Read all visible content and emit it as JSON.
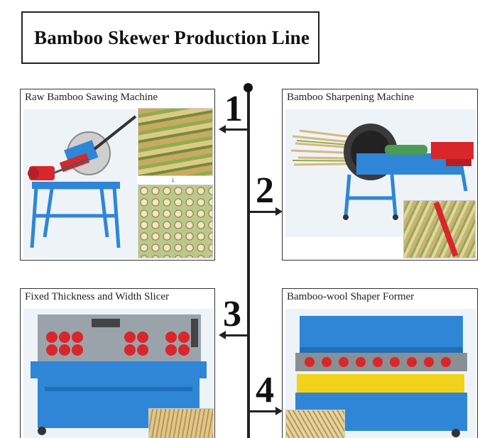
{
  "title": "Bamboo Skewer Production Line",
  "steps": [
    {
      "number": "1",
      "label": "Raw Bamboo Sawing Machine"
    },
    {
      "number": "2",
      "label": "Bamboo Sharpening Machine"
    },
    {
      "number": "3",
      "label": "Fixed Thickness and Width Slicer"
    },
    {
      "number": "4",
      "label": "Bamboo-wool Shaper Former"
    }
  ],
  "colors": {
    "machine_blue": "#2f86d6",
    "machine_red": "#d8262b",
    "bamboo_green": "#8fae4a",
    "bamboo_tan": "#d9b878",
    "belt_yellow": "#f2d21a"
  }
}
